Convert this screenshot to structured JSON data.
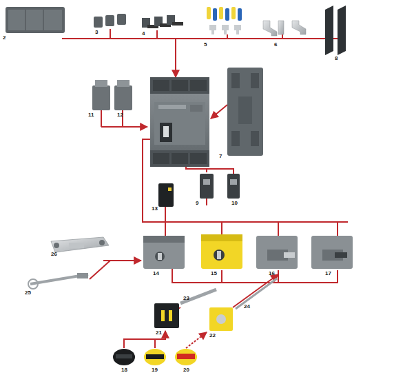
{
  "diagram": {
    "labels": [
      "2",
      "3",
      "4",
      "5",
      "6",
      "8",
      "11",
      "12",
      "7",
      "13",
      "9",
      "10",
      "26",
      "14",
      "15",
      "16",
      "17",
      "25",
      "23",
      "24",
      "21",
      "22",
      "18",
      "19",
      "20"
    ]
  }
}
